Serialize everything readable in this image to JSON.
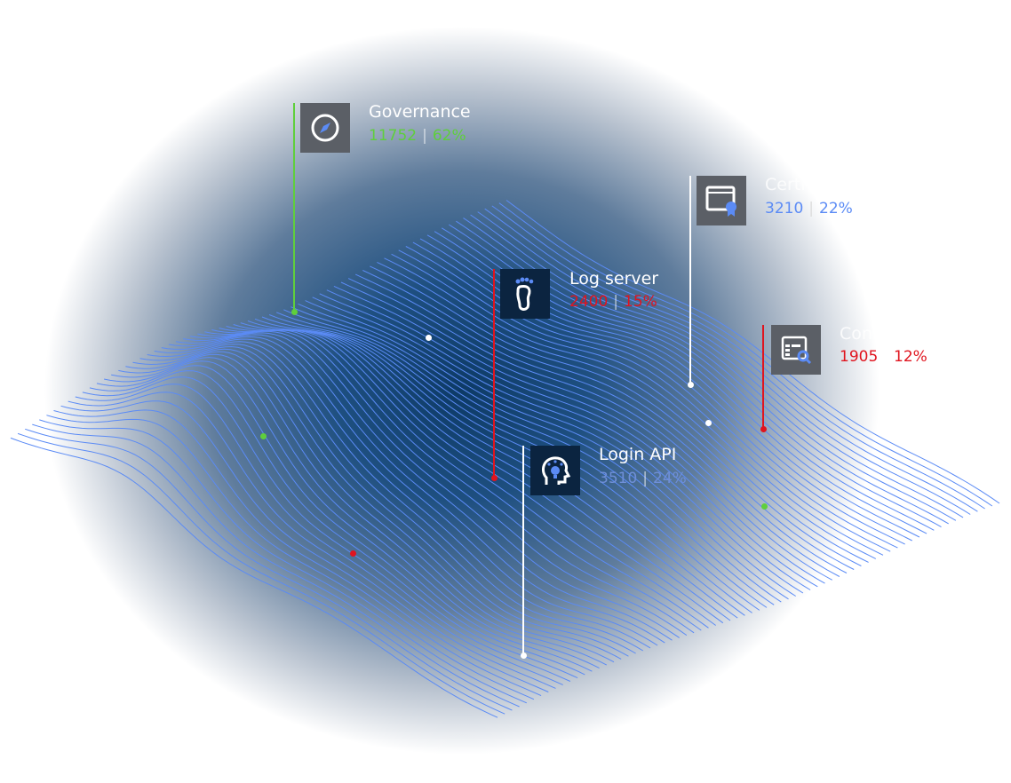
{
  "colors": {
    "green": "#5fcf3c",
    "blue": "#5b8bf5",
    "red": "#e0141e",
    "white": "#ffffff",
    "wave": "#5b8bf5"
  },
  "callouts": [
    {
      "id": "governance",
      "label": "Governance",
      "count": "11752",
      "percent": "62%",
      "color": "green",
      "icon": "compass-icon"
    },
    {
      "id": "certificates",
      "label": "Certi",
      "count": "3210",
      "percent": "22%",
      "color": "blue",
      "icon": "certificate-window-icon"
    },
    {
      "id": "log-server",
      "label": "Log server",
      "count": "2400",
      "percent": "15%",
      "color": "red",
      "icon": "footprint-icon"
    },
    {
      "id": "content",
      "label": "Cont",
      "count": "1905",
      "percent": "12%",
      "color": "red",
      "icon": "table-search-icon"
    },
    {
      "id": "login-api",
      "label": "Login API",
      "count": "3510",
      "percent": "24%",
      "color": "blue",
      "icon": "head-lightbulb-icon"
    }
  ]
}
